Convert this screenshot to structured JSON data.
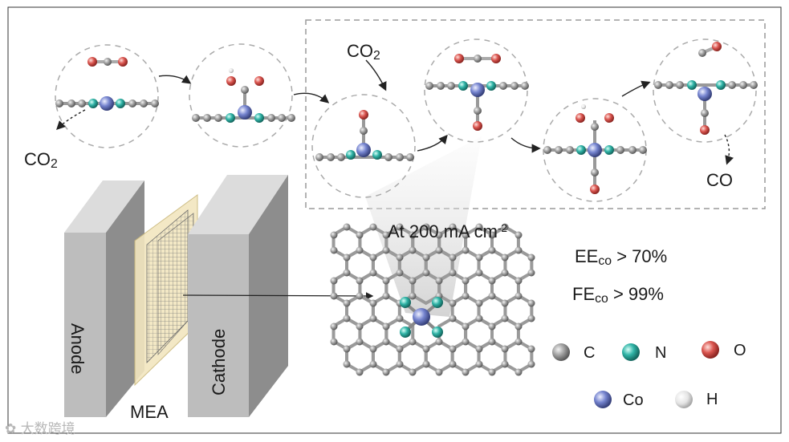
{
  "steps": {
    "co2_top_main": "CO",
    "co2_top_sub": "2",
    "co2_left_main": "CO",
    "co2_left_sub": "2",
    "co_product": "CO"
  },
  "device": {
    "anode": "Anode",
    "cathode": "Cathode",
    "mea": "MEA"
  },
  "performance": {
    "condition_main": "At 200 mA cm",
    "condition_sup": "-2",
    "ee_main": "EE",
    "ee_sub": "co",
    "ee_value": " > 70%",
    "fe_main": "FE",
    "fe_sub": "co",
    "fe_value": " > 99%"
  },
  "legend": [
    {
      "label": "C",
      "color": "#8a8a8a"
    },
    {
      "label": "N",
      "color": "#2aa59a"
    },
    {
      "label": "O",
      "color": "#d9534f"
    },
    {
      "label": "Co",
      "color": "#6f7fc9"
    },
    {
      "label": "H",
      "color": "#e6e6e6"
    }
  ],
  "watermark": "大数跨境",
  "icons": {
    "watermark_logo": "wechat-logo-icon"
  }
}
